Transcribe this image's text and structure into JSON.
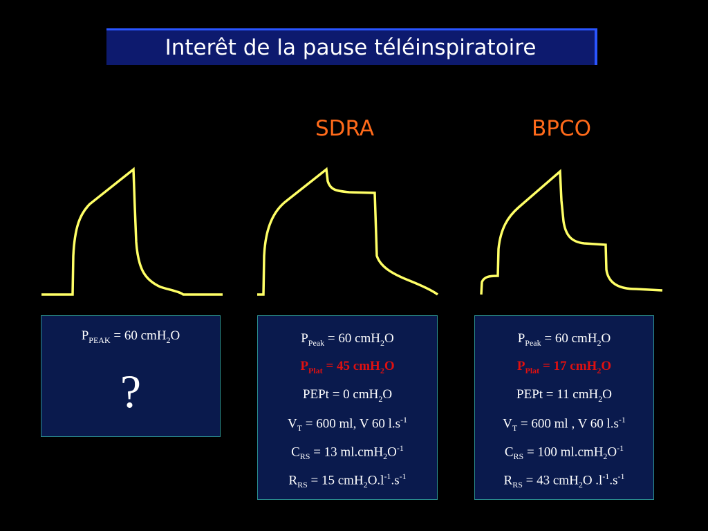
{
  "title": "Interêt de la pause téléinspiratoire",
  "columns": [
    {
      "label": ""
    },
    {
      "label": "SDRA"
    },
    {
      "label": "BPCO"
    }
  ],
  "colors": {
    "title_bg": "#0d1a6e",
    "title_border": "#2a55ff",
    "label": "#ff6a1a",
    "curve": "#ffff66",
    "box_bg": "#0a1a4d",
    "box_border": "#2b8f8f",
    "highlight": "#e01010"
  },
  "box1": {
    "peak_label": "P",
    "peak_sub": "PEAK",
    "peak_value": " = 60 cmH",
    "peak_h2": "2",
    "peak_o": "O",
    "unknown": "?"
  },
  "box2": {
    "peak": {
      "p": "P",
      "sub": "Peak",
      "v": " = 60 cmH",
      "h2": "2",
      "o": "O"
    },
    "plat": {
      "p": "P",
      "sub": "Plat",
      "v": " = 45 cmH",
      "h2": "2",
      "o": "O"
    },
    "pept": {
      "v": "PEPt = 0 cmH",
      "h2": "2",
      "o": "O"
    },
    "vt": {
      "v": "V",
      "sub": "T",
      "rest": " = 600 ml, V 60 l.s",
      "sup": "-1"
    },
    "crs": {
      "c": "C",
      "sub": "RS",
      "v": " = 13 ml.cmH",
      "h2": "2",
      "o": "O",
      "sup": "-1"
    },
    "rrs": {
      "r": "R",
      "sub": "RS",
      "v": " = 15 cmH",
      "h2": "2",
      "o": "O.l",
      "sup1": "-1",
      "dot": ".s",
      "sup2": "-1"
    }
  },
  "box3": {
    "peak": {
      "p": "P",
      "sub": "Peak",
      "v": " = 60 cmH",
      "h2": "2",
      "o": "O"
    },
    "plat": {
      "p": "P",
      "sub": "Plat",
      "v": " = 17 cmH",
      "h2": "2",
      "o": "O"
    },
    "pept": {
      "v": "PEPt = 11 cmH",
      "h2": "2",
      "o": "O"
    },
    "vt": {
      "v": "V",
      "sub": "T",
      "rest": " = 600 ml , V 60 l.s",
      "sup": "-1"
    },
    "crs": {
      "c": "C",
      "sub": "RS",
      "v": " = 100 ml.cmH",
      "h2": "2",
      "o": "O",
      "sup": "-1"
    },
    "rrs": {
      "r": "R",
      "sub": "RS",
      "v": " = 43 cmH",
      "h2": "2",
      "o": "O .l",
      "sup1": "-1",
      "dot": ".s",
      "sup2": "-1"
    }
  }
}
